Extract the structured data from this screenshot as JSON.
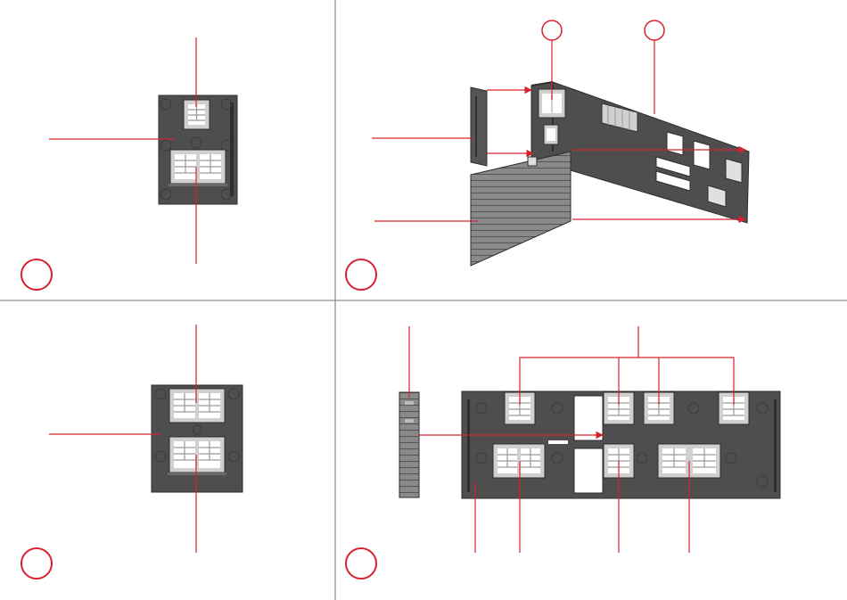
{
  "colors": {
    "accent": "#d9202f",
    "panel": "#4e4e4e",
    "panel_edge": "#2e2e2e",
    "divider": "#777777",
    "window": "#ffffff"
  },
  "steps": [
    {
      "id": "step-1",
      "number": ""
    },
    {
      "id": "step-2",
      "number": ""
    },
    {
      "id": "step-3",
      "number": ""
    },
    {
      "id": "step-4",
      "number": ""
    }
  ],
  "callouts": [
    {
      "id": "callout-a",
      "number": ""
    },
    {
      "id": "callout-b",
      "number": ""
    }
  ]
}
